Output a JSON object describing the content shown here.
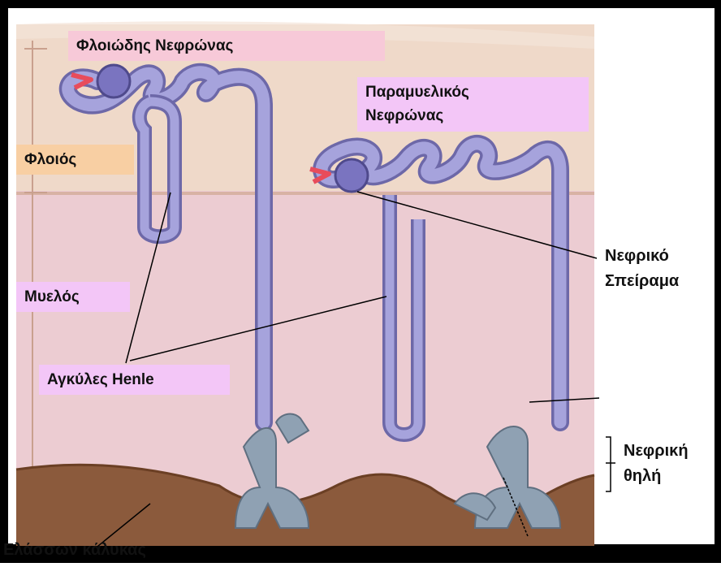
{
  "labels": {
    "cortical_nephron": "Φλοιώδης Νεφρώνας",
    "juxtamedullary_nephron_line1": "Παραμυελικός",
    "juxtamedullary_nephron_line2": "Νεφρώνας",
    "cortex": "Φλοιός",
    "medulla": "Μυελός",
    "loops_of_henle": "Αγκύλες Henle",
    "glomerulus_line1": "Νεφρικό",
    "glomerulus_line2": "Σπείραμα",
    "renal_papilla_line1": "Νεφρική",
    "renal_papilla_line2": "θηλή",
    "minor_calyx": "Ελάσσων κάλυκας"
  },
  "colors": {
    "frame": "#000000",
    "cortex_bg": "#efd8c8",
    "medulla_bg": "#ecccd2",
    "calyx": "#8b5a3c",
    "tubule": "#9d9ad4",
    "tubule_dark": "#6d68a8",
    "duct_papilla": "#8fa1b3",
    "afferent": "#e84c5b",
    "label_box_pink": "#f7c9d8",
    "label_box_violet": "#f3c6f7",
    "label_box_orange": "#f8cfa3"
  }
}
